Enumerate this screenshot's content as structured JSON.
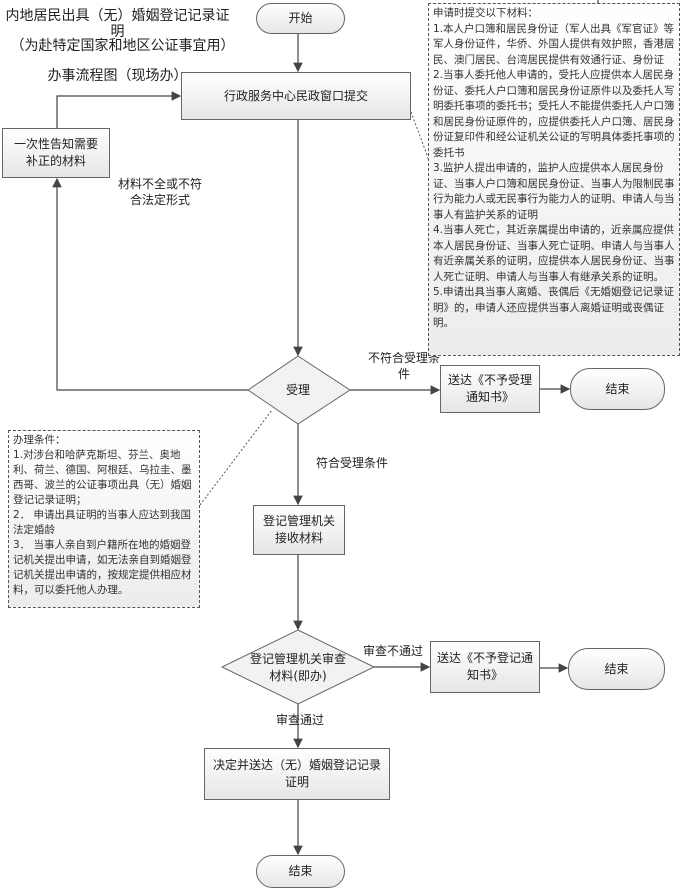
{
  "title": {
    "line1": "内地居民出具（无）婚姻登记记录证明",
    "line2": "（为赴特定国家和地区公证事宜用）",
    "line3": "办事流程图（现场办）"
  },
  "nodes": {
    "start": "开始",
    "submit": "行政服务中心民政窗口提交",
    "notify": "一次性告知需要补正的材料",
    "accept": "受理",
    "reject_notice": "送达《不予受理通知书》",
    "end1": "结束",
    "receive": "登记管理机关接收材料",
    "review": "登记管理机关审查材料(即办)",
    "no_reg_notice": "送达《不予登记通知书》",
    "end2": "结束",
    "decide": "决定并送达（无）婚姻登记记录证明",
    "end3": "结束"
  },
  "labels": {
    "incomplete": "材料不全或不符合法定形式",
    "not_meet": "不符合受理条件",
    "meet": "符合受理条件",
    "review_fail": "审查不通过",
    "review_pass": "审查通过"
  },
  "materials_note": {
    "heading": "申请时提交以下材料：",
    "items": [
      "1.本人户口簿和居民身份证（军人出具《军官证》等军人身份证件，华侨、外国人提供有效护照，香港居民、澳门居民、台湾居民提供有效通行证、身份证",
      "2.当事人委托他人申请的，受托人应提供本人居民身份证、委托人户口簿和居民身份证原件以及委托人写明委托事项的委托书；受托人不能提供委托人户口簿和居民身份证原件的，应提供委托人户口簿、居民身份证复印件和经公证机关公证的写明具体委托事项的委托书",
      "3.监护人提出申请的，监护人应提供本人居民身份证、当事人户口簿和居民身份证、当事人为限制民事行为能力人或无民事行为能力人的证明、申请人与当事人有监护关系的证明",
      "4.当事人死亡，其近亲属提出申请的，近亲属应提供本人居民身份证、当事人死亡证明、申请人与当事人有近亲属关系的证明，应提供本人居民身份证、当事人死亡证明、申请人与当事人有继承关系的证明。",
      "5.申请出具当事人离婚、丧偶后《无婚姻登记记录证明》的，申请人还应提供当事人离婚证明或丧偶证明。"
    ]
  },
  "conditions_note": {
    "heading": "办理条件：",
    "items": [
      "1.对涉台和哈萨克斯坦、芬兰、奥地利、荷兰、德国、阿根廷、乌拉圭、墨西哥、波兰的公证事项出具（无）婚姻登记记录证明；",
      "2． 申请出具证明的当事人应达到我国法定婚龄",
      "3． 当事人亲自到户籍所在地的婚姻登记机关提出申请，如无法亲自到婚姻登记机关提出申请的，按规定提供相应材料，可以委托他人办理。"
    ]
  }
}
